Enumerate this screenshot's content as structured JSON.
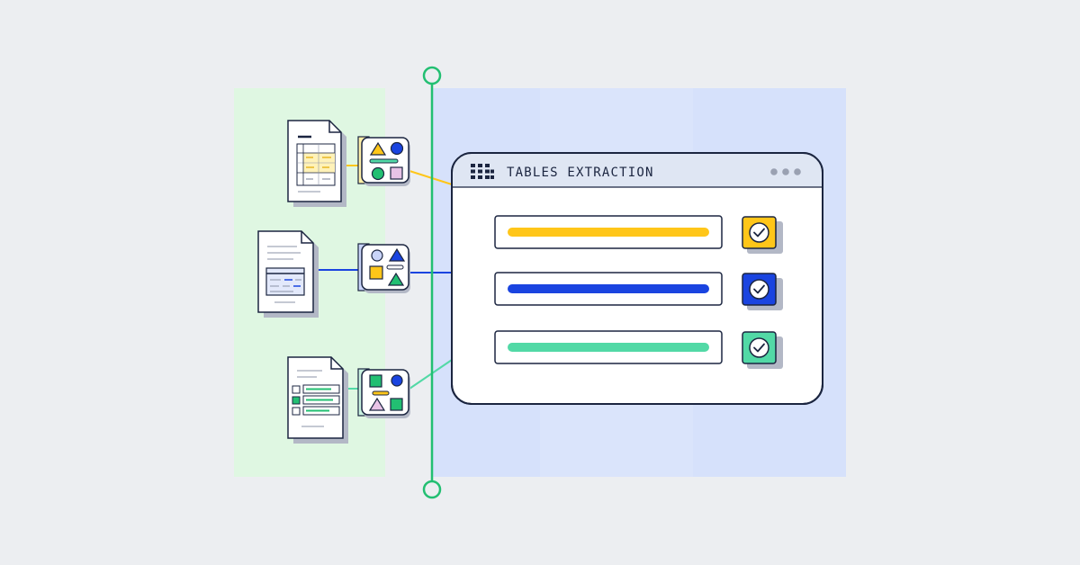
{
  "window": {
    "title": "TABLES EXTRACTION",
    "rows": [
      {
        "color": "#ffc619",
        "status": "checked"
      },
      {
        "color": "#1a44e0",
        "status": "checked"
      },
      {
        "color": "#52d9a6",
        "status": "checked"
      }
    ]
  },
  "colors": {
    "background": "#eceef1",
    "left_panel": "#dff7e2",
    "right_panel": "#d6e1fb",
    "timeline": "#22bf72",
    "outline": "#1b2540",
    "shadow": "#b3b8c6"
  },
  "icons": [
    "table-document-icon",
    "form-document-icon",
    "checklist-document-icon",
    "shapes-tile-icon",
    "checkmark-icon",
    "grid-logo-icon"
  ]
}
